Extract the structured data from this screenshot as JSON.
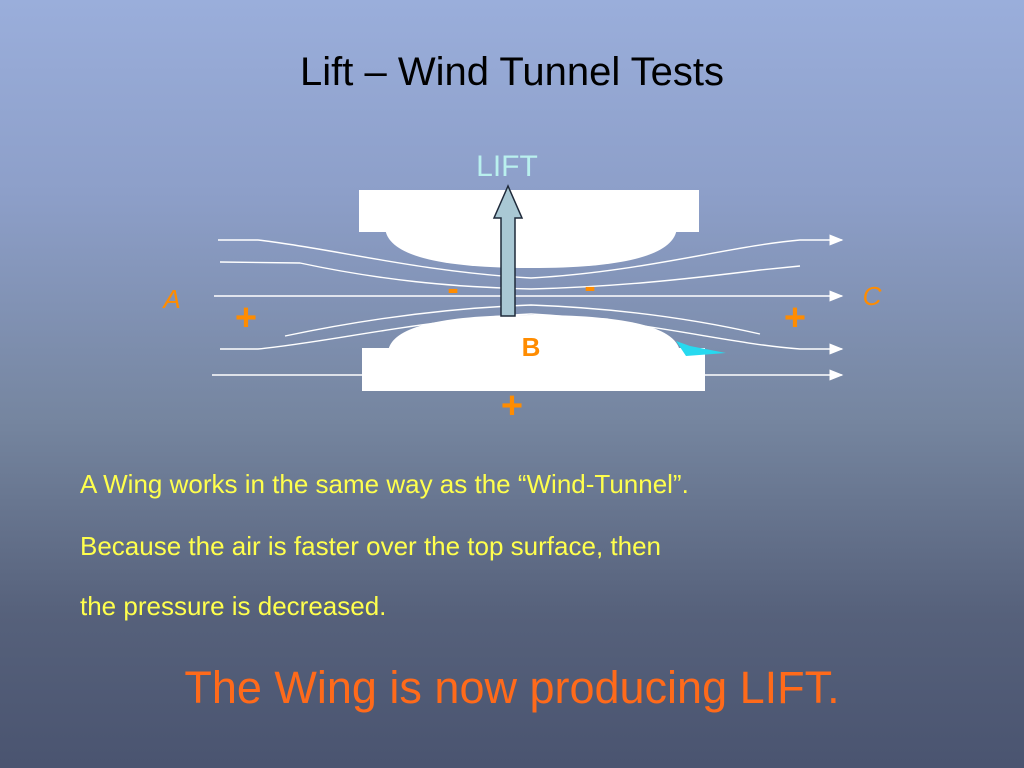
{
  "slide": {
    "title": "Lift – Wind Tunnel Tests",
    "text_lines": [
      "A Wing works in the same way as the “Wind-Tunnel”.",
      "Because the air is faster over the top surface, then",
      "the pressure is decreased."
    ],
    "conclusion": "The Wing is now producing LIFT."
  },
  "diagram": {
    "lift_label": "LIFT",
    "point_a": "A",
    "point_b": "B",
    "point_c": "C",
    "plus_sign": "+",
    "minus_sign": "-"
  },
  "colors": {
    "title": "#000000",
    "body_text": "#ffff4d",
    "conclusion": "#ff6a1a",
    "labels_orange": "#ff8c00",
    "lift_label": "#b9f0ee",
    "arrow_fill": "#a9c8d4",
    "streamline": "#ffffff",
    "tunnel": "#ffffff",
    "cyan_accent": "#27d9ef"
  }
}
